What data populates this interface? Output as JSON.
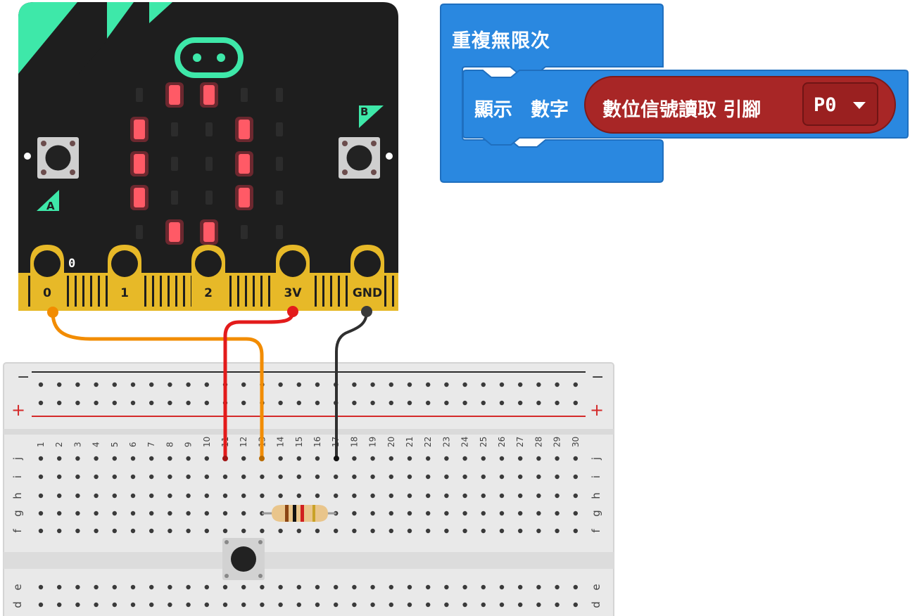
{
  "code_blocks": {
    "loop": {
      "label": "重複無限次",
      "color": "#2a88e0"
    },
    "show_number": {
      "label_1": "顯示",
      "label_2": "數字"
    },
    "digital_read": {
      "label": "數位信號讀取 引腳",
      "pin": "P0",
      "color": "#a82626"
    }
  },
  "microbit": {
    "button_a_label": "A",
    "button_b_label": "B",
    "pin_labels": [
      "0",
      "1",
      "2",
      "3V",
      "GND"
    ],
    "pin0_reading": "0",
    "led_matrix": [
      [
        0,
        1,
        1,
        0,
        0
      ],
      [
        1,
        0,
        0,
        1,
        0
      ],
      [
        1,
        0,
        0,
        1,
        0
      ],
      [
        1,
        0,
        0,
        1,
        0
      ],
      [
        0,
        1,
        1,
        0,
        0
      ]
    ]
  },
  "breadboard": {
    "rail_minus": "−",
    "rail_plus": "+",
    "column_numbers": [
      "1",
      "2",
      "3",
      "4",
      "5",
      "6",
      "7",
      "8",
      "9",
      "10",
      "11",
      "12",
      "13",
      "14",
      "15",
      "16",
      "17",
      "18",
      "19",
      "20",
      "21",
      "22",
      "23",
      "24",
      "25",
      "26",
      "27",
      "28",
      "29",
      "30"
    ],
    "row_letters_top": [
      "j",
      "i",
      "h",
      "g",
      "f"
    ],
    "row_letters_bottom": [
      "e",
      "d"
    ]
  },
  "wires": [
    {
      "from": "0",
      "color": "#f28c00"
    },
    {
      "from": "3V",
      "color": "#e31b1b"
    },
    {
      "from": "GND",
      "color": "#333333"
    }
  ]
}
